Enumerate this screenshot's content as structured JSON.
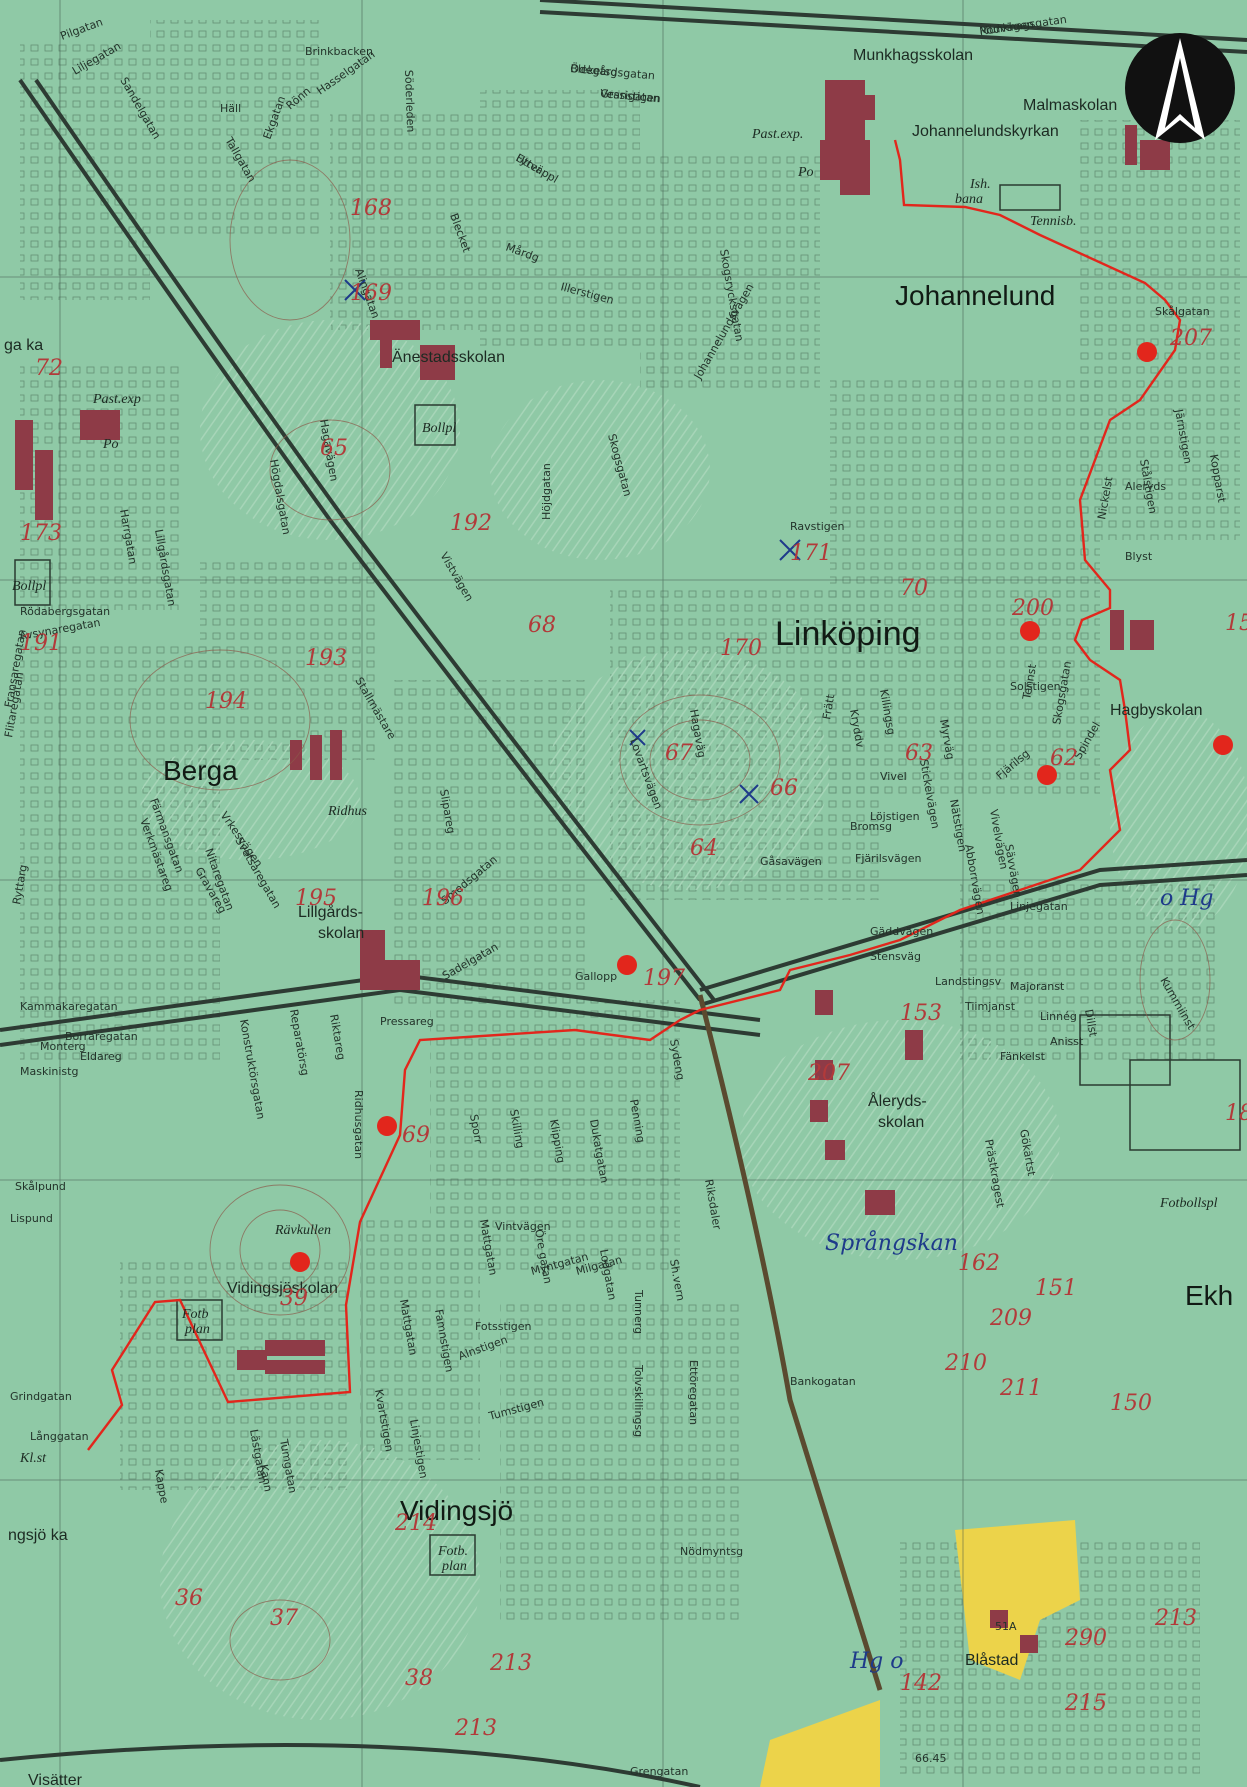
{
  "map": {
    "colors": {
      "background": "#8fc9a6",
      "dense_green": "#7fbf99",
      "building": "#8e3b47",
      "route": "#e2261c",
      "control": "#e2261c",
      "road": "#2d3b33",
      "railway": "#5a4a2f",
      "grid": "#3a4d44",
      "yellow_area": "#ecd34a",
      "handwriting_red": "#b23a3a",
      "handwriting_blue": "#1e3a8a",
      "compass": "#111111"
    },
    "compass_icon": "north-arrow-icon",
    "places_large": [
      "Linköping",
      "Johannelund",
      "Berga",
      "Vidingsjö",
      "Ekh"
    ],
    "places_small": [
      "Munkhagsskolan",
      "Malmaskolan",
      "Johannelundskyrkan",
      "Änestadsskolan",
      "Hagbyskolan",
      "Lillgårds-",
      "skolan",
      "Åleryds-",
      "skolan",
      "Vidingsjöskolan",
      "Rävkullen",
      "Blåstad",
      "Ridhus",
      "Kl.st",
      "ngsjö ka",
      "ga ka",
      "Visätter",
      "Grengatan",
      "51A",
      "66.45"
    ],
    "italic_labels": [
      "Past.exp.",
      "Po",
      "Past.exp",
      "Po",
      "Bollpl",
      "Bollpl",
      "Ish.",
      "bana",
      "Tennisb.",
      "Fotbollspl",
      "Fotb",
      "plan",
      "Fotb.",
      "plan"
    ],
    "streets": [
      "Munkhagsgatan",
      "Ödegårdsgatan",
      "Vessigatan",
      "Utter",
      "Brinkbacken",
      "Söderleden",
      "Pilgatan",
      "Liljegatan",
      "Sandelgatan",
      "Hasselgatan",
      "Rönn",
      "Tallgatan",
      "Häll",
      "Ekgatan",
      "Alingatan",
      "Blecket",
      "Mårdg",
      "Illerstigen",
      "Skogsgatan",
      "Skogsrycksgatan",
      "Johannelundsvägen",
      "Hagavägen",
      "Högdalsgatan",
      "Harrgatan",
      "Ravstigen",
      "Höjdgatan",
      "Vistvägen",
      "Stallmästare",
      "Rödabergsgatan",
      "Lillgårdsgatan",
      "Avsynaregatan",
      "Fransaregatan",
      "Flitaregatan",
      "Färmansgatan",
      "Verkmästareg",
      "Vrkesvägen",
      "Svetsaregatan",
      "Nitaregatan",
      "Gravareg",
      "Slipareg",
      "Ridhusgatan",
      "Gallopp",
      "Sadelgatan",
      "Smedsgatan",
      "Ryttarg",
      "Kammakaregatan",
      "Borraregatan",
      "Monterg",
      "Eldareg",
      "Maskinistg",
      "Konstruktörsgatan",
      "Reparatörsg",
      "Riktareg",
      "Pressareg",
      "Sporr",
      "Skilling",
      "Klipping",
      "Dukatgatan",
      "Penning",
      "Sydeng",
      "Riksdaler",
      "Vintvägen",
      "Myntgatan",
      "Milgatan",
      "Mattgatan",
      "Famnstigen",
      "Fotsstigen",
      "Alnstigen",
      "Kvartstigen",
      "Linjestigen",
      "Tumstigen",
      "Mattgatan",
      "Öre gatan",
      "Lodgatan",
      "Tunnerg",
      "Sh.vern",
      "Tolvskillingsg",
      "Ettöregatan",
      "Bankogatan",
      "Nödmyntsg",
      "Grindgatan",
      "Långgatan",
      "Lästgatan",
      "Tumgatan",
      "Skålpund",
      "Lispund",
      "Kann",
      "Kappe",
      "Linjegatan",
      "Skålgatan",
      "Aleryds",
      "Blyst",
      "Stålstigen",
      "Järnstigen",
      "Kopparst",
      "Nickelst",
      "Tennst",
      "Skogsgatan",
      "Spindel",
      "Fjärilsg",
      "Bromsg",
      "Fjärilsvägen",
      "Löjstigen",
      "Nätstigen",
      "Vivelvägen",
      "Abborrvägen",
      "Sävvägen",
      "Gåsavägen",
      "Stensväg",
      "Gäddvägen",
      "Landstingsv",
      "Tiimjanst",
      "Majoranst",
      "Linnég",
      "Fänkelst",
      "Anisst",
      "Dillst",
      "Kummiinst",
      "Prästkragest",
      "Gökärtst",
      "Frätt",
      "Lovartsvägen",
      "Kryddv",
      "Killingsg",
      "Myrväg",
      "Vivel",
      "Stickelvägen",
      "Solstigen",
      "Hagaväg",
      "Rödvägen",
      "Bleketsg",
      "Granstigen",
      "Fyrväppl"
    ],
    "handwritten_red": [
      "168",
      "169",
      "72",
      "65",
      "192",
      "68",
      "70",
      "171",
      "170",
      "200",
      "207",
      "194",
      "193",
      "67",
      "64",
      "66",
      "63",
      "62",
      "195",
      "196",
      "197",
      "191",
      "173",
      "153",
      "207",
      "69",
      "162",
      "151",
      "209",
      "210",
      "211",
      "150",
      "39",
      "36",
      "37",
      "38",
      "213",
      "213",
      "214",
      "213",
      "215",
      "290",
      "142",
      "18",
      "15"
    ],
    "handwritten_blue": [
      "Språngskan",
      "o Hg",
      "Hg o"
    ]
  }
}
